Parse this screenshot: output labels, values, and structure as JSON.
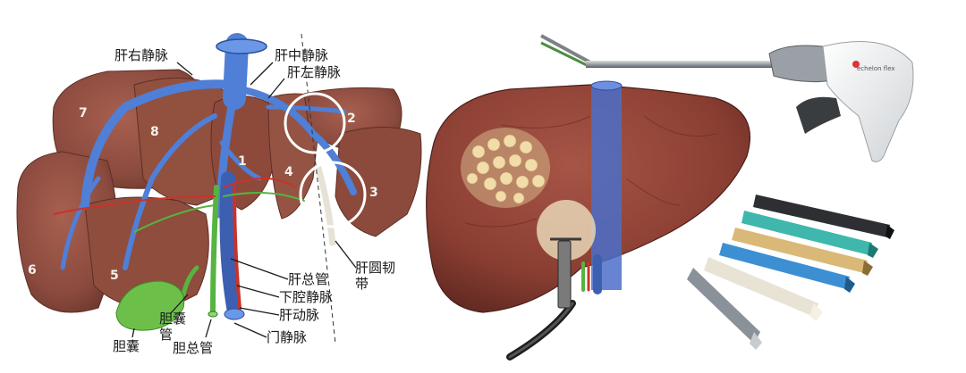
{
  "left_figure": {
    "labels": {
      "right_hepatic_vein": "肝右静脉",
      "middle_hepatic_vein": "肝中静脉",
      "left_hepatic_vein": "肝左静脉",
      "round_ligament_line1": "肝圆韧",
      "round_ligament_line2": "带",
      "common_hepatic_duct": "肝总管",
      "inferior_vena_cava": "下腔静脉",
      "hepatic_artery": "肝动脉",
      "portal_vein": "门静脉",
      "common_bile_duct": "胆总管",
      "cystic_duct_line1": "胆囊",
      "cystic_duct_line2": "管",
      "gallbladder": "胆囊"
    },
    "segments": [
      "1",
      "2",
      "3",
      "4",
      "5",
      "6",
      "7",
      "8"
    ]
  },
  "right_figure": {
    "stapler_brand": "echelon flex"
  },
  "colors": {
    "liver": "#8a4a3e",
    "liver_dark": "#5e2e26",
    "vein_blue": "#4f7fd6",
    "artery_red": "#c8332a",
    "duct_green": "#56b441",
    "gallbladder_green": "#6cc04a"
  }
}
